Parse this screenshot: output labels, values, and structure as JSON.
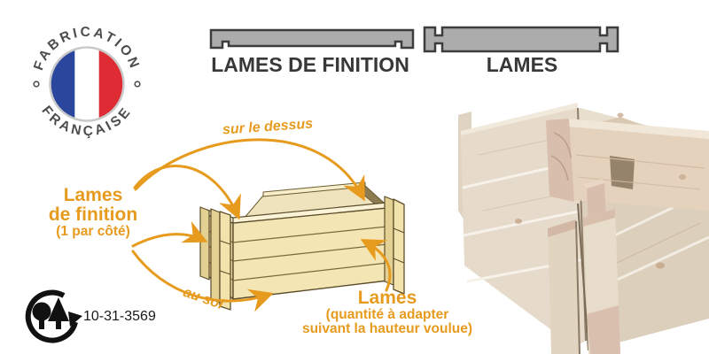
{
  "colors": {
    "accent": "#E79B1E",
    "profile_fill": "#ACACAC",
    "profile_outline": "#3D3D3D",
    "flag_blue": "#2B479D",
    "flag_red": "#DF2B33",
    "badge_text": "#4D4D4D"
  },
  "badge": {
    "top_text": "FABRICATION",
    "bottom_text": "FRANÇAISE"
  },
  "profiles": {
    "finishing_label": "LAMES DE FINITION",
    "standard_label": "LAMES"
  },
  "diagram": {
    "finishing": {
      "line1": "Lames",
      "line2": "de finition",
      "line3": "(1 par côté)"
    },
    "top_note": "sur le dessus",
    "ground_note": "au sol",
    "lames": {
      "line1": "Lames",
      "line2": "(quantité à adapter",
      "line3": "suivant la hauteur voulue)"
    }
  },
  "certification": {
    "number": "10-31-3569"
  }
}
